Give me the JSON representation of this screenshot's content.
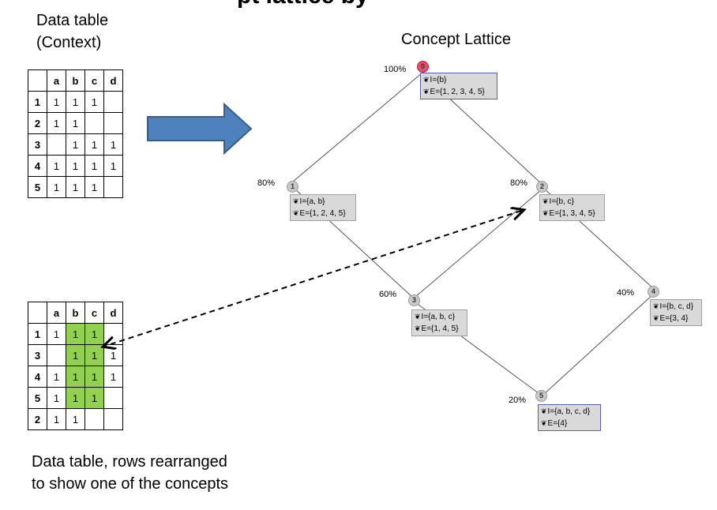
{
  "top_title_fragment": "pt lattice by",
  "caption_top": "Data table\n(Context)",
  "caption_bottom": "Data table, rows rearranged\nto show one of the concepts",
  "lattice_title": "Concept Lattice",
  "table1": {
    "columns": [
      "",
      "a",
      "b",
      "c",
      "d"
    ],
    "rows": [
      {
        "id": "1",
        "cells": [
          "1",
          "1",
          "1",
          ""
        ]
      },
      {
        "id": "2",
        "cells": [
          "1",
          "1",
          "",
          ""
        ]
      },
      {
        "id": "3",
        "cells": [
          "",
          "1",
          "1",
          "1"
        ]
      },
      {
        "id": "4",
        "cells": [
          "1",
          "1",
          "1",
          "1"
        ]
      },
      {
        "id": "5",
        "cells": [
          "1",
          "1",
          "1",
          ""
        ]
      }
    ]
  },
  "table2": {
    "columns": [
      "",
      "a",
      "b",
      "c",
      "d"
    ],
    "highlight_color": "#92d050",
    "rows": [
      {
        "id": "1",
        "cells": [
          "1",
          "1",
          "1",
          ""
        ]
      },
      {
        "id": "3",
        "cells": [
          "",
          "1",
          "1",
          "1"
        ]
      },
      {
        "id": "4",
        "cells": [
          "1",
          "1",
          "1",
          "1"
        ]
      },
      {
        "id": "5",
        "cells": [
          "1",
          "1",
          "1",
          ""
        ]
      },
      {
        "id": "2",
        "cells": [
          "1",
          "1",
          "",
          ""
        ]
      }
    ]
  },
  "arrow_color": "#4f81bd",
  "lattice": {
    "nodes": [
      {
        "id": "0",
        "support": "100%",
        "intent": "I={b}",
        "extent": "E={1, 2, 3, 4, 5}"
      },
      {
        "id": "1",
        "support": "80%",
        "intent": "I={a, b}",
        "extent": "E={1, 2, 4, 5}"
      },
      {
        "id": "2",
        "support": "80%",
        "intent": "I={b, c}",
        "extent": "E={1, 3, 4, 5}"
      },
      {
        "id": "3",
        "support": "60%",
        "intent": "I={a, b, c}",
        "extent": "E={1, 4, 5}"
      },
      {
        "id": "4",
        "support": "40%",
        "intent": "I={b, c, d}",
        "extent": "E={3, 4}"
      },
      {
        "id": "5",
        "support": "20%",
        "intent": "I={a, b, c, d}",
        "extent": "E={4}"
      }
    ]
  }
}
